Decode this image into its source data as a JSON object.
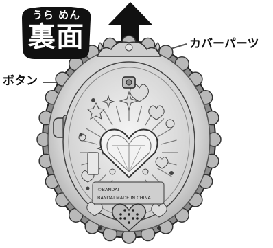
{
  "badge": {
    "ruby": "うら めん",
    "title": "裏面"
  },
  "labels": {
    "cover_parts": "カバーパーツ",
    "button": "ボタン"
  },
  "case_text": {
    "line1": "©BANDAI",
    "line2": "BANDAI MADE IN CHINA"
  },
  "icons": {
    "up_arrow": "up-arrow-icon",
    "heart_gem": "heart-gem-icon"
  },
  "colors": {
    "badge": "#111111",
    "case": "#d8d8d8",
    "outline": "#222222"
  }
}
